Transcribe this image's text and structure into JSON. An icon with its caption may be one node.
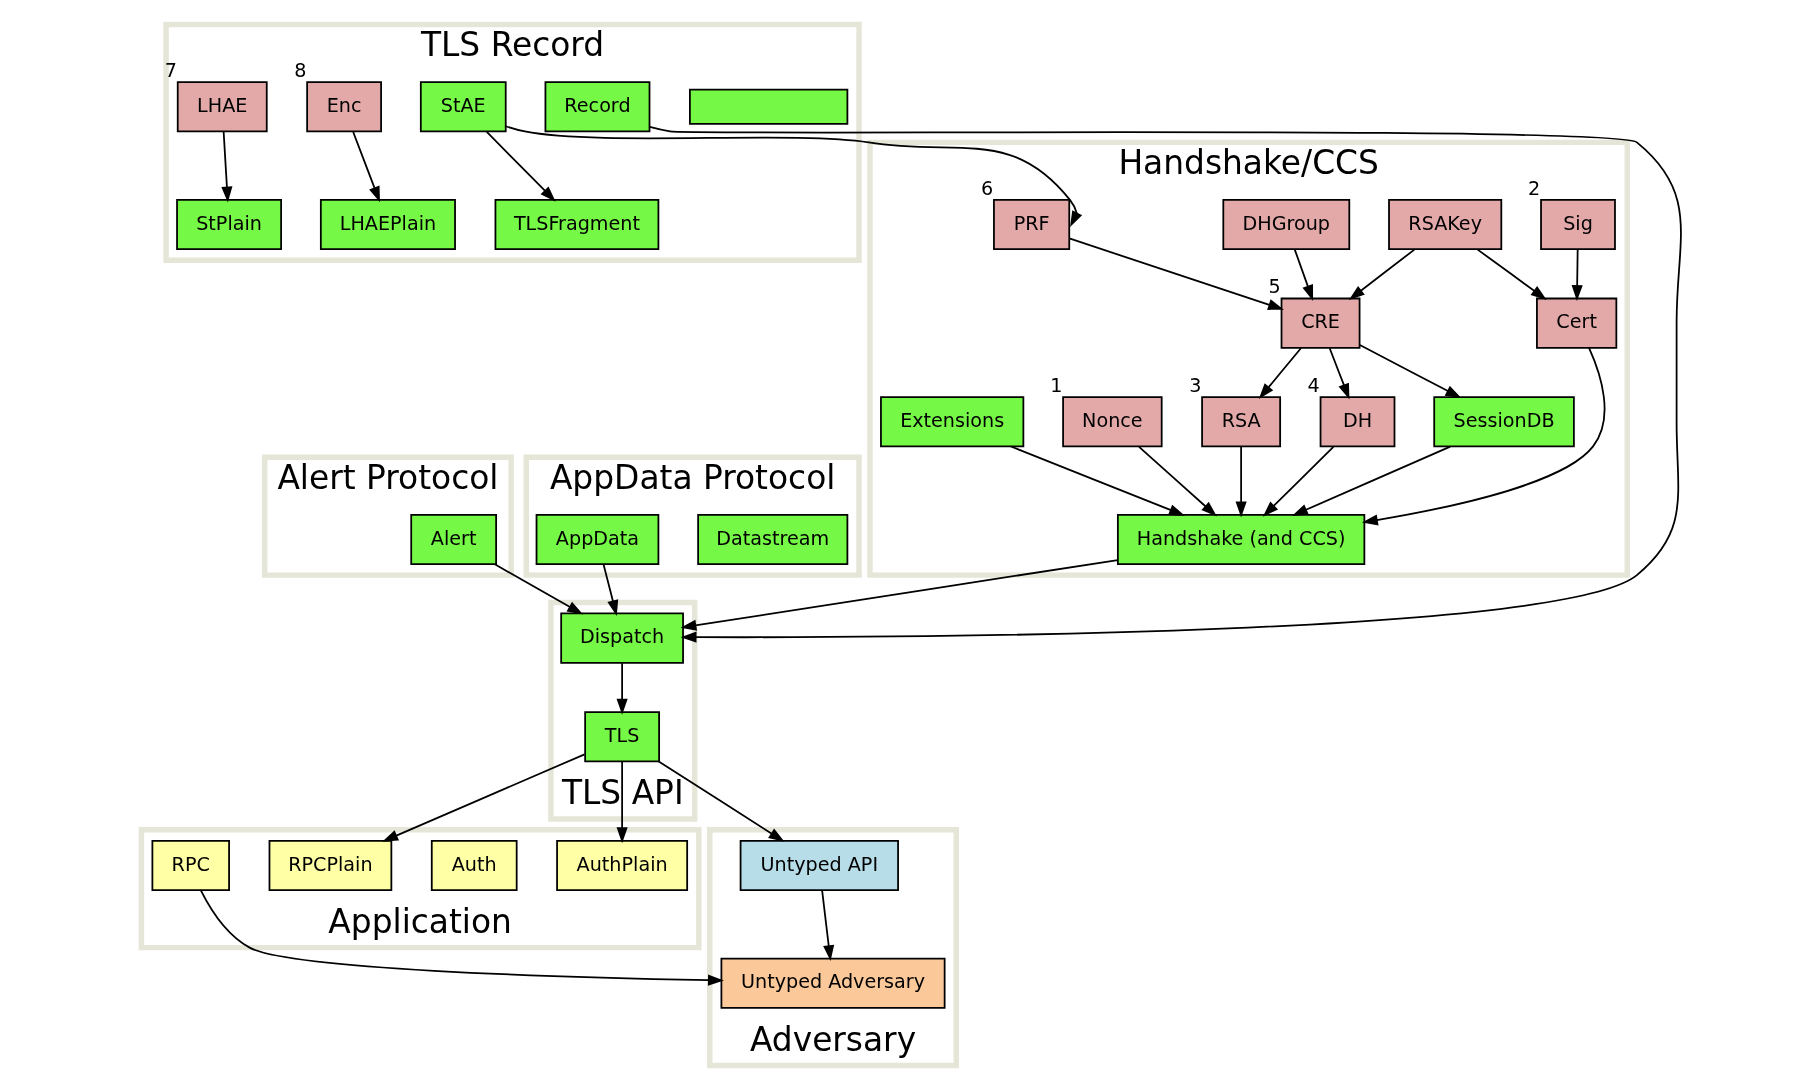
{
  "diagram": {
    "nodes": [
      {
        "text": [
          "Handshake/CCS"
        ]
      },
      {
        "text": [
          "Sig"
        ],
        "in": 0,
        "beside": [
          "2"
        ]
      },
      {
        "text": [
          "RSAKey"
        ],
        "in": 0
      },
      {
        "text": [
          "DHGroup"
        ],
        "in": 0
      },
      {
        "text": [
          "PRF"
        ],
        "in": 0,
        "beside": [
          "6"
        ]
      },
      {
        "text": [
          "Cert"
        ],
        "in": 0
      },
      {
        "text": [
          "CRE"
        ],
        "in": 0,
        "beside": [
          "5"
        ]
      },
      {
        "text": [
          "Nonce"
        ],
        "in": 0,
        "beside": [
          "1"
        ]
      },
      {
        "text": [
          "RSA"
        ],
        "in": 0,
        "beside": [
          "3"
        ]
      },
      {
        "text": [
          "DH"
        ],
        "in": 0,
        "beside": [
          "4"
        ]
      },
      {
        "text": [
          "SessionDB"
        ],
        "in": 0
      },
      {
        "text": [
          "Extensions"
        ],
        "in": 0
      },
      {
        "text": [
          "Handshake (and CCS)"
        ],
        "in": 0
      },
      {
        "text": [
          "Alert Protocol"
        ]
      },
      {
        "text": [
          "Alert"
        ],
        "in": 13
      },
      {
        "text": [
          "AppData Protocol"
        ]
      },
      {
        "text": [
          "Datastream"
        ],
        "in": 15
      },
      {
        "text": [
          "AppData"
        ],
        "in": 15
      },
      {
        "text": [
          "TLS Record"
        ]
      },
      {
        "text": [],
        "shape": "box",
        "in": 18
      },
      {
        "text": [
          "Enc"
        ],
        "in": 18,
        "beside": [
          "8"
        ]
      },
      {
        "text": [
          "LHAEPlain"
        ],
        "in": 18
      },
      {
        "text": [
          "LHAE"
        ],
        "in": 18,
        "beside": [
          "7"
        ]
      },
      {
        "text": [
          "StPlain"
        ],
        "in": 18
      },
      {
        "text": [
          "StAE"
        ],
        "in": 18
      },
      {
        "text": [
          "TLSFragment"
        ],
        "in": 18
      },
      {
        "text": [
          "Record"
        ],
        "in": 18
      },
      {
        "text": [
          "TLS API"
        ]
      },
      {
        "text": [
          "Dispatch"
        ],
        "in": 27
      },
      {
        "text": [
          "TLS"
        ],
        "in": 27
      },
      {
        "text": [
          "Application"
        ]
      },
      {
        "text": [
          "AuthPlain"
        ],
        "in": 30
      },
      {
        "text": [
          "Auth"
        ],
        "in": 30
      },
      {
        "text": [
          "RPCPlain"
        ],
        "in": 30
      },
      {
        "text": [
          "RPC"
        ],
        "in": 30
      },
      {
        "text": [
          "Adversary"
        ]
      },
      {
        "text": [
          "Untyped API"
        ],
        "in": 35
      },
      {
        "text": [
          "Untyped Adversary"
        ],
        "in": 35
      }
    ],
    "edges": [
      {
        "from": 1,
        "to": 5,
        "arrow": "to"
      },
      {
        "from": 2,
        "to": 5,
        "arrow": "to"
      },
      {
        "from": 2,
        "to": 6,
        "arrow": "to"
      },
      {
        "from": 3,
        "to": 6,
        "arrow": "to"
      },
      {
        "from": 4,
        "to": 6,
        "arrow": "to"
      },
      {
        "from": 6,
        "to": 8,
        "arrow": "to"
      },
      {
        "from": 6,
        "to": 9,
        "arrow": "to"
      },
      {
        "from": 6,
        "to": 10,
        "arrow": "to"
      },
      {
        "from": 5,
        "to": 12,
        "arrow": "to"
      },
      {
        "from": 7,
        "to": 12,
        "arrow": "to"
      },
      {
        "from": 11,
        "to": 12,
        "arrow": "to"
      },
      {
        "from": 8,
        "to": 12,
        "arrow": "to"
      },
      {
        "from": 9,
        "to": 12,
        "arrow": "to"
      },
      {
        "from": 10,
        "to": 12,
        "arrow": "to"
      },
      {
        "from": 20,
        "to": 21,
        "arrow": "to"
      },
      {
        "from": 22,
        "to": 23,
        "arrow": "to"
      },
      {
        "from": 24,
        "to": 4,
        "arrow": "to"
      },
      {
        "from": 24,
        "to": 25,
        "arrow": "to"
      },
      {
        "from": 12,
        "to": 28,
        "arrow": "to"
      },
      {
        "from": 14,
        "to": 28,
        "arrow": "to"
      },
      {
        "from": 17,
        "to": 28,
        "arrow": "to"
      },
      {
        "from": 26,
        "to": 28,
        "arrow": "to"
      },
      {
        "from": 28,
        "to": 29,
        "arrow": "to"
      },
      {
        "from": 29,
        "to": 31,
        "arrow": "to"
      },
      {
        "from": 29,
        "to": 33,
        "arrow": "to"
      },
      {
        "from": 29,
        "to": 36,
        "arrow": "to"
      },
      {
        "from": 36,
        "to": 37,
        "arrow": "to"
      },
      {
        "from": 34,
        "to": 37,
        "arrow": "to"
      }
    ]
  }
}
